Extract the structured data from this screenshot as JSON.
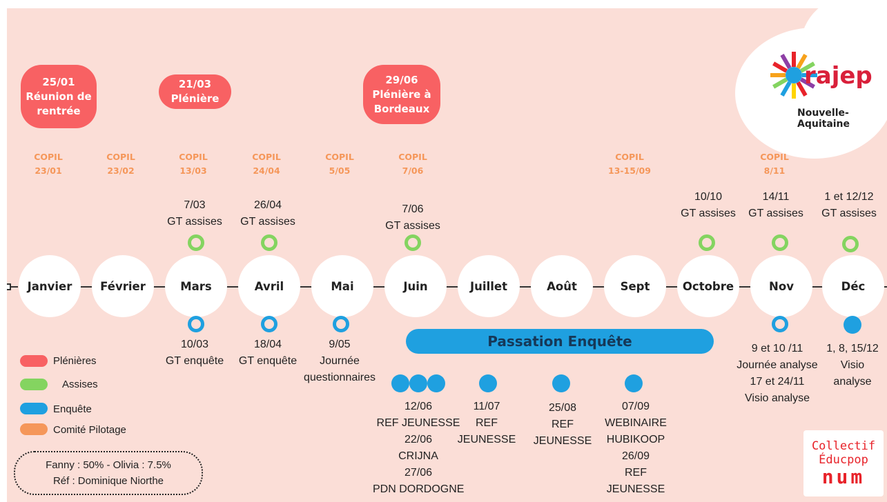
{
  "pleniere_boxes": [
    {
      "date": "25/01",
      "lines": [
        "Réunion de",
        "rentrée"
      ]
    },
    {
      "date": "21/03",
      "lines": [
        "Plénière"
      ]
    },
    {
      "date": "29/06",
      "lines": [
        "Plénière à",
        "Bordeaux"
      ]
    }
  ],
  "copil": [
    {
      "label": "COPIL",
      "date": "23/01"
    },
    {
      "label": "COPIL",
      "date": "23/02"
    },
    {
      "label": "COPIL",
      "date": "13/03"
    },
    {
      "label": "COPIL",
      "date": "24/04"
    },
    {
      "label": "COPIL",
      "date": "5/05"
    },
    {
      "label": "COPIL",
      "date": "7/06"
    },
    {
      "label": "COPIL",
      "date": "13-15/09"
    },
    {
      "label": "COPIL",
      "date": "8/11"
    }
  ],
  "months": [
    "Janvier",
    "Février",
    "Mars",
    "Avril",
    "Mai",
    "Juin",
    "Juillet",
    "Août",
    "Sept",
    "Octobre",
    "Nov",
    "Déc"
  ],
  "assises": [
    {
      "date": "7/03",
      "label": "GT assises"
    },
    {
      "date": "26/04",
      "label": "GT assises"
    },
    {
      "date": "7/06",
      "label": "GT assises"
    },
    {
      "date": "10/10",
      "label": "GT assises"
    },
    {
      "date": "14/11",
      "label": "GT assises"
    },
    {
      "date": "1 et 12/12",
      "label": "GT assises"
    }
  ],
  "enquete_top": [
    {
      "lines": [
        "10/03",
        "GT enquête"
      ]
    },
    {
      "lines": [
        "18/04",
        "GT enquête"
      ]
    },
    {
      "lines": [
        "9/05",
        "Journée",
        "questionnaires"
      ]
    },
    {
      "lines": [
        "9 et 10 /11",
        "Journée analyse",
        "17 et 24/11",
        "Visio analyse"
      ]
    },
    {
      "lines": [
        "1, 8, 15/12",
        "Visio",
        "analyse"
      ]
    }
  ],
  "passation": {
    "title": "Passation Enquête"
  },
  "enquete_bottom": [
    {
      "lines": [
        "12/06",
        "REF JEUNESSE",
        "22/06",
        "CRIJNA",
        "27/06",
        "PDN DORDOGNE"
      ]
    },
    {
      "lines": [
        "11/07",
        "REF",
        "JEUNESSE"
      ]
    },
    {
      "lines": [
        "25/08",
        "REF",
        "JEUNESSE"
      ]
    },
    {
      "lines": [
        "07/09",
        "WEBINAIRE",
        "HUBIKOOP",
        "26/09",
        "REF",
        "JEUNESSE"
      ]
    }
  ],
  "legend": [
    {
      "label": "Plénières",
      "color": "#f86163"
    },
    {
      "label": "Assises",
      "color": "#84d460"
    },
    {
      "label": "Enquête",
      "color": "#1fa0e0"
    },
    {
      "label": "Comité Pilotage",
      "color": "#f5975a"
    }
  ],
  "info": {
    "line1": "Fanny : 50% - Olivia : 7.5%",
    "line2": "Réf : Dominique Niorthe"
  },
  "logo_crajep": {
    "name": "rajep",
    "region": "Nouvelle-Aquitaine"
  },
  "logo_collectif": {
    "line1": "Collectif",
    "line2": "Éducpop",
    "line3": "num"
  }
}
